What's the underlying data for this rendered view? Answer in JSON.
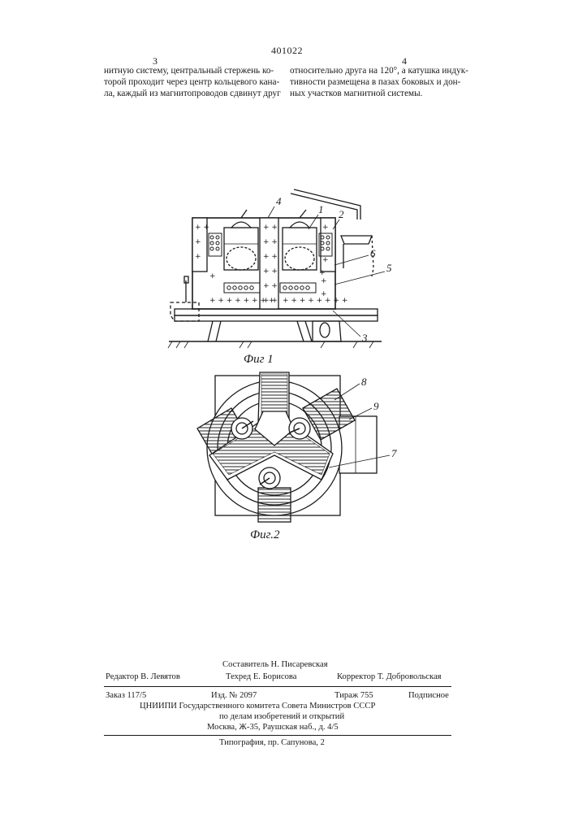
{
  "header": {
    "patent_number": "401022",
    "left_column_number": "3",
    "right_column_number": "4"
  },
  "body_text": {
    "left_column": [
      "нитную систему, центральный стержень ко-",
      "торой проходит через центр кольцевого кана-",
      "ла, каждый из магнитопроводов сдвинут друг"
    ],
    "right_column": [
      "относительно друга на 120°, а катушка индук-",
      "тивности размещена в пазах боковых и дон-",
      "ных участков магнитной системы."
    ]
  },
  "figure1": {
    "caption": "Фиг 1",
    "labels": [
      "4",
      "1",
      "2",
      "6",
      "5",
      "3"
    ]
  },
  "figure2": {
    "caption": "Фиг.2",
    "labels": [
      "8",
      "9",
      "7"
    ]
  },
  "footer": {
    "compiler": "Составитель Н. Писаревская",
    "editor": "Редактор В. Левятов",
    "techred": "Техред Е. Борисова",
    "corrector": "Корректор Т. Добровольская",
    "order": "Заказ 117/5",
    "edition": "Изд. № 2097",
    "circulation": "Тираж 755",
    "subscription": "Подписное",
    "institute_1": "ЦНИИПИ Государственного комитета Совета Министров СССР",
    "institute_2": "по делам изобретений и открытий",
    "address": "Москва, Ж-35, Раушская наб., д. 4/5",
    "printing": "Типография, пр. Сапунова, 2"
  }
}
